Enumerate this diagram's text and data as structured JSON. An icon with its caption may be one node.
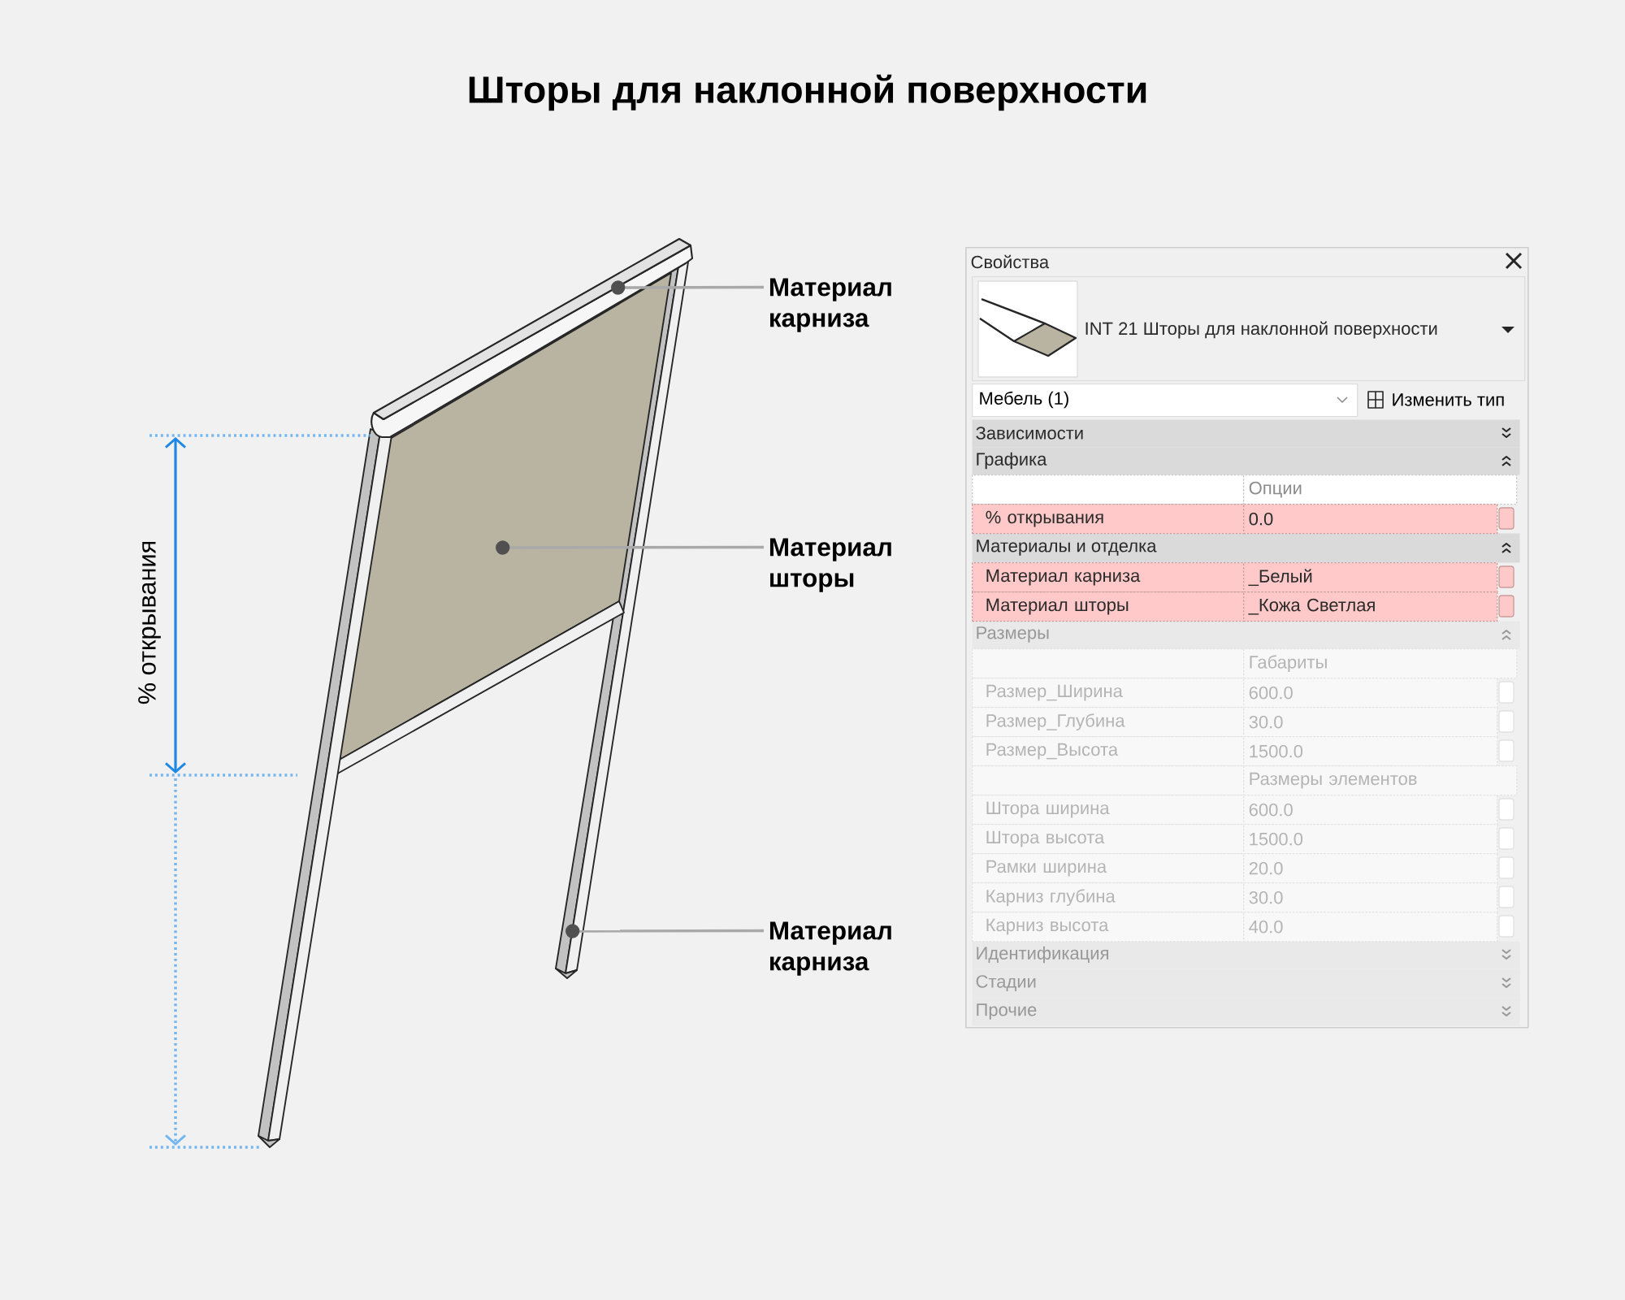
{
  "diagram": {
    "title": "Шторы для наклонной поверхности",
    "nodes": [
      {
        "text": [
          "Материал карниза"
        ]
      },
      {
        "text": [
          "Материал шторы"
        ]
      },
      {
        "text": [
          "Материал карниза"
        ]
      },
      {
        "text": [
          "Свойства"
        ]
      },
      {
        "text": [
          "INT 21 Шторы для наклонной поверхности"
        ],
        "in": 3
      },
      {
        "text": [
          "Мебель (1)"
        ],
        "in": 3
      },
      {
        "text": [
          "Изменить тип"
        ],
        "in": 3
      },
      {
        "text": [
          "Зависимости"
        ],
        "in": 3
      },
      {
        "text": [
          "Графика"
        ],
        "in": 3
      },
      {
        "text": [
          "Материалы и отделка"
        ],
        "in": 3
      },
      {
        "text": [
          "Размеры"
        ],
        "in": 3
      },
      {
        "text": [
          "Идентификация"
        ],
        "in": 3
      },
      {
        "text": [
          "Стадии"
        ],
        "in": 3
      },
      {
        "text": [
          "Прочие"
        ],
        "in": 3
      }
    ],
    "edges": [
      {
        "from": 0,
        "to": null,
        "arrow": "other"
      },
      {
        "from": 1,
        "to": null,
        "arrow": "other"
      },
      {
        "from": 2,
        "to": null,
        "arrow": "other"
      }
    ],
    "labels": [
      "% открывания",
      "Опции",
      "% открывания",
      "0.0",
      "Материал карниза",
      "_Белый",
      "Материал шторы",
      "_Кожа Светлая",
      "Габариты",
      "Размер_Ширина",
      "600.0",
      "Размер_Глубина",
      "30.0",
      "Размер_Высота",
      "1500.0",
      "Размеры элементов",
      "Штора ширина",
      "600.0",
      "Штора высота",
      "1500.0",
      "Рамки ширина",
      "20.0",
      "Карниз глубина",
      "30.0",
      "Карниз высота",
      "40.0"
    ]
  }
}
